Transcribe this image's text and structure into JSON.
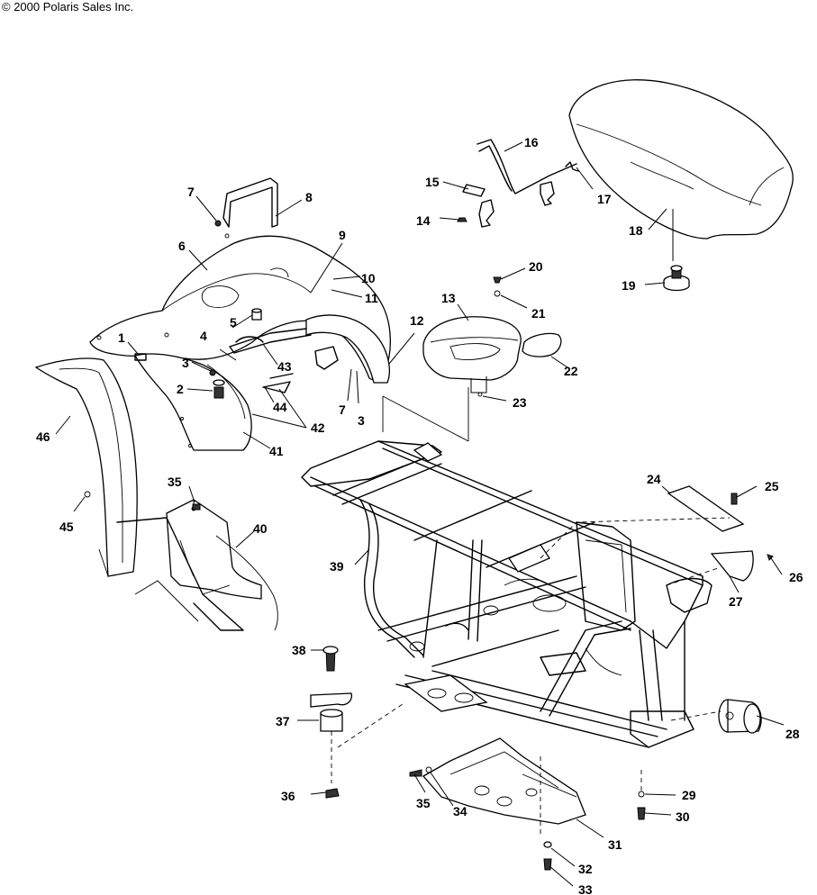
{
  "copyright": "© 2000 Polaris Sales Inc.",
  "callouts": [
    "1",
    "2",
    "3",
    "3",
    "4",
    "5",
    "6",
    "7",
    "7",
    "8",
    "9",
    "10",
    "11",
    "12",
    "13",
    "14",
    "15",
    "16",
    "17",
    "18",
    "19",
    "20",
    "21",
    "22",
    "23",
    "24",
    "25",
    "26",
    "27",
    "28",
    "29",
    "30",
    "31",
    "32",
    "33",
    "34",
    "35",
    "35",
    "36",
    "37",
    "38",
    "39",
    "40",
    "41",
    "42",
    "43",
    "44",
    "45",
    "46"
  ]
}
